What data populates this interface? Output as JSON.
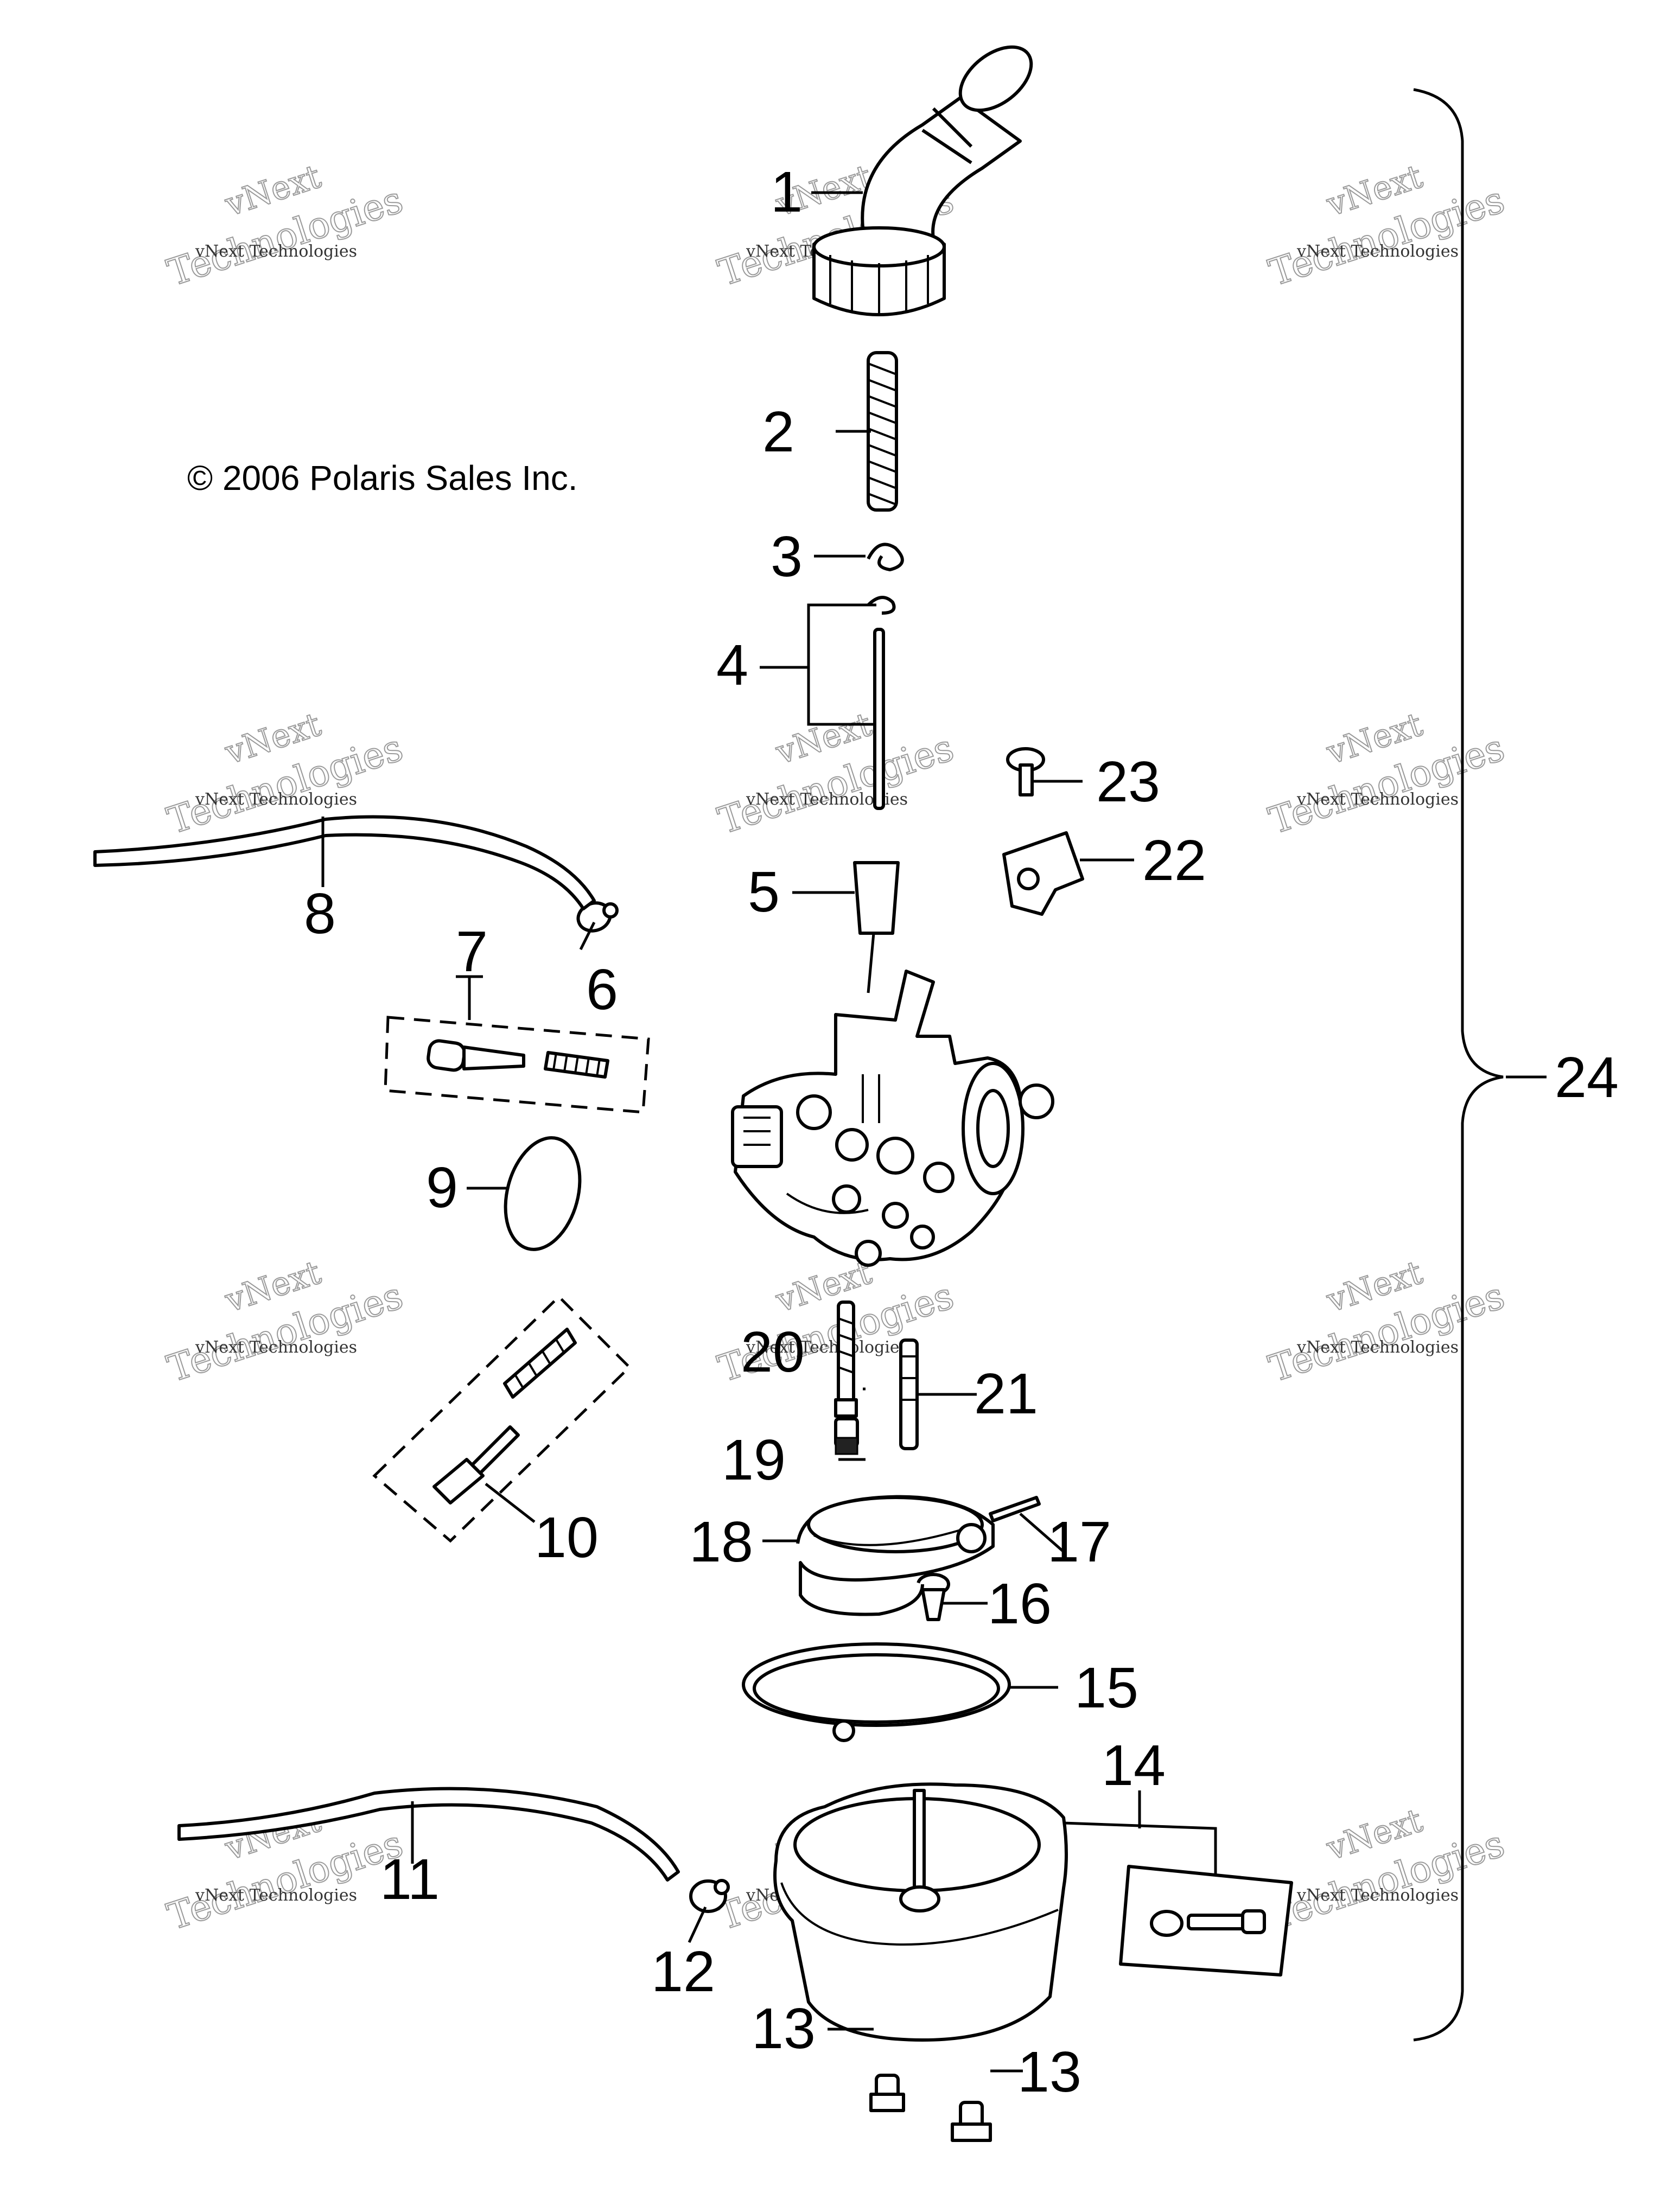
{
  "copyright": "© 2006 Polaris Sales Inc.",
  "watermark": {
    "company": "vNext Technologies",
    "brand_line1": "vNext",
    "brand_line2": "Technologies"
  },
  "callouts": {
    "c1": "1",
    "c2": "2",
    "c3": "3",
    "c4": "4",
    "c5": "5",
    "c6": "6",
    "c7": "7",
    "c8": "8",
    "c9": "9",
    "c10": "10",
    "c11": "11",
    "c12": "12",
    "c13a": "13",
    "c13b": "13",
    "c14": "14",
    "c15": "15",
    "c16": "16",
    "c17": "17",
    "c18": "18",
    "c19": "19",
    "c20": "20",
    "c21": "21",
    "c22": "22",
    "c23": "23",
    "c24": "24"
  }
}
